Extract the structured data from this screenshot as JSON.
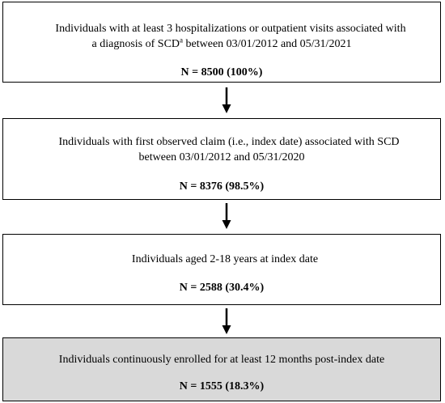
{
  "boxes": [
    {
      "line1": "Individuals with at least 3 hospitalizations or outpatient visits associated with",
      "line2_pre": "a diagnosis of SCD",
      "line2_sup": "a",
      "line2_post": " between 03/01/2012 and 05/31/2021",
      "count": "N = 8500 (100%)"
    },
    {
      "line1": "Individuals with first observed claim (i.e., index date) associated with SCD",
      "line2": "between 03/01/2012 and 05/31/2020",
      "count": "N = 8376 (98.5%)"
    },
    {
      "line1": "Individuals aged 2-18 years at index date",
      "count": "N = 2588 (30.4%)"
    },
    {
      "line1": "Individuals continuously enrolled for at least 12 months post-index date",
      "count": "N = 1555 (18.3%)"
    }
  ]
}
